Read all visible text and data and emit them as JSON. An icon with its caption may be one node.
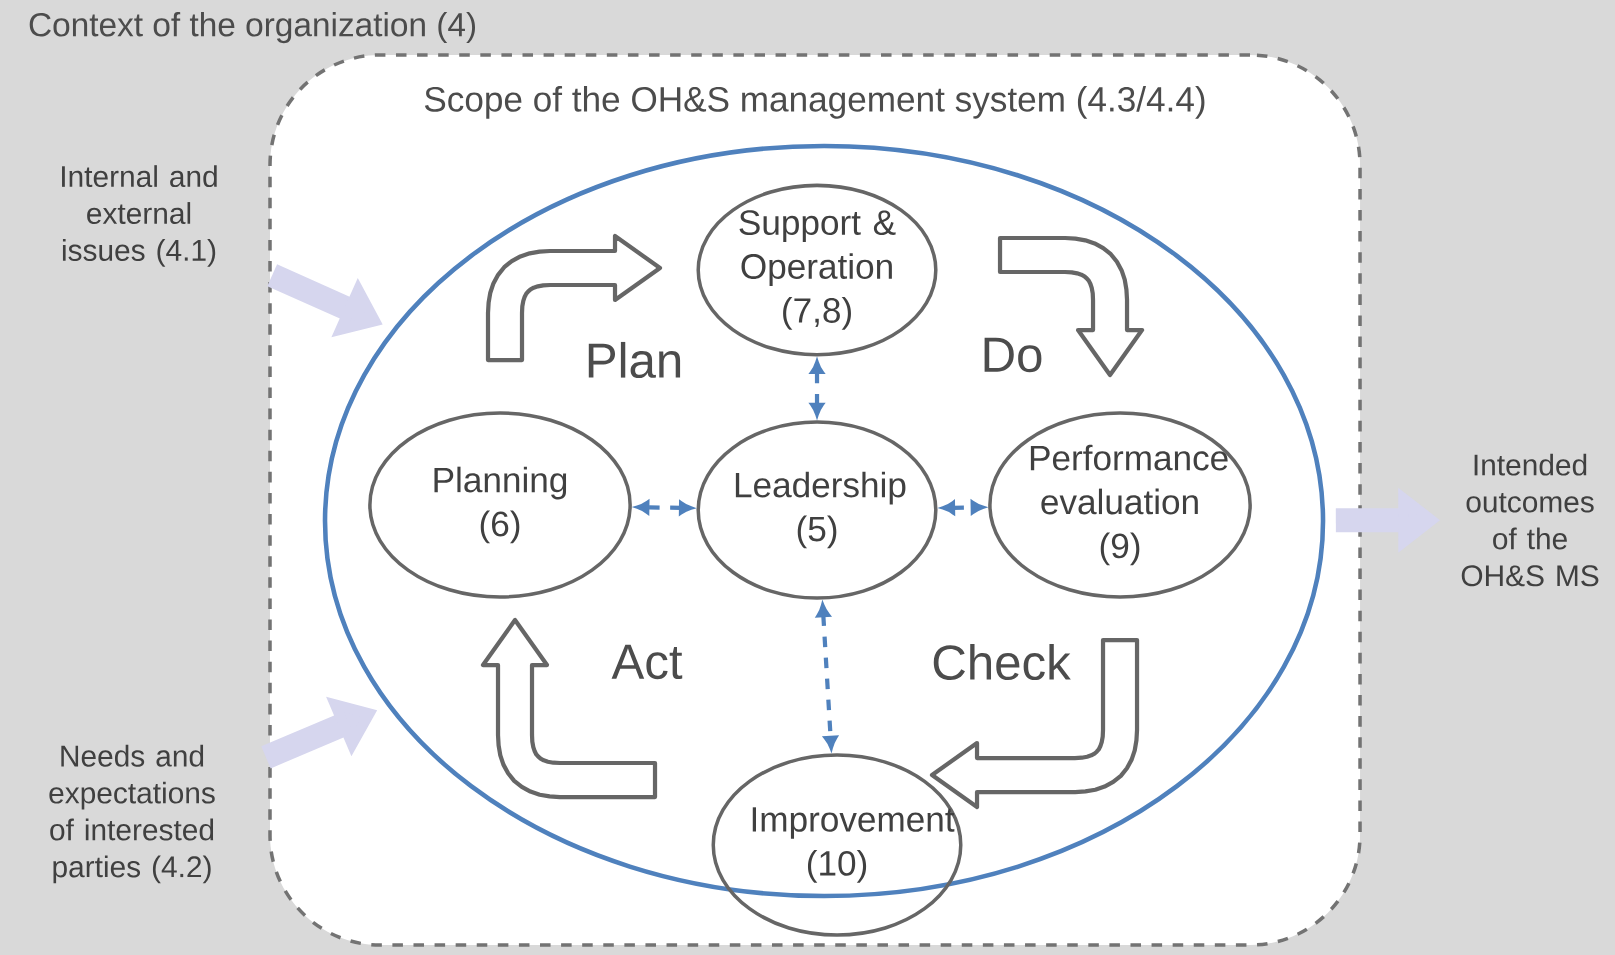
{
  "diagram": {
    "nodes": [
      {
        "text": [
          "Context of the organization (4)"
        ]
      },
      {
        "text": [
          "Scope of the OH&S management system (4.3/4.4)"
        ],
        "in": 0
      },
      {
        "text": [],
        "shape": "circle",
        "in": 1
      },
      {
        "text": [
          "Support & Operation (7,8)"
        ],
        "in": 2
      },
      {
        "text": [
          "Planning (6)"
        ],
        "in": 2
      },
      {
        "text": [
          "Leadership (5)"
        ],
        "in": 2
      },
      {
        "text": [
          "Performance evaluation (9)"
        ],
        "in": 2
      },
      {
        "text": [
          "Improvement (10)"
        ],
        "in": 1
      },
      {
        "text": [
          "Internal and external issues (4.1)"
        ],
        "in": 0
      },
      {
        "text": [
          "Needs and expectations of interested parties (4.2)"
        ],
        "in": 0
      },
      {
        "text": [
          "Intended outcomes of the OH&S MS"
        ],
        "in": 0
      }
    ],
    "edges": [
      {
        "from": 8,
        "to": 2,
        "arrow": "to",
        "style": "thick",
        "color": "#d6d6ee"
      },
      {
        "from": 9,
        "to": 2,
        "arrow": "to",
        "style": "thick",
        "color": "#d6d6ee"
      },
      {
        "from": 2,
        "to": 10,
        "arrow": "to",
        "style": "thick",
        "color": "#d6d6ee"
      },
      {
        "from": 4,
        "to": 3,
        "arrow": "to",
        "label": "Plan"
      },
      {
        "from": 3,
        "to": 6,
        "arrow": "to",
        "label": "Do"
      },
      {
        "from": 6,
        "to": 7,
        "arrow": "to",
        "label": "Check"
      },
      {
        "from": 7,
        "to": 4,
        "arrow": "to",
        "label": "Act"
      },
      {
        "from": 5,
        "to": 3,
        "arrow": "both",
        "style": "dashed",
        "color": "#4f81bd"
      },
      {
        "from": 5,
        "to": 4,
        "arrow": "both",
        "style": "dashed",
        "color": "#4f81bd"
      },
      {
        "from": 5,
        "to": 6,
        "arrow": "both",
        "style": "dashed",
        "color": "#4f81bd"
      },
      {
        "from": 5,
        "to": 7,
        "arrow": "both",
        "style": "dashed",
        "color": "#4f81bd"
      }
    ]
  }
}
